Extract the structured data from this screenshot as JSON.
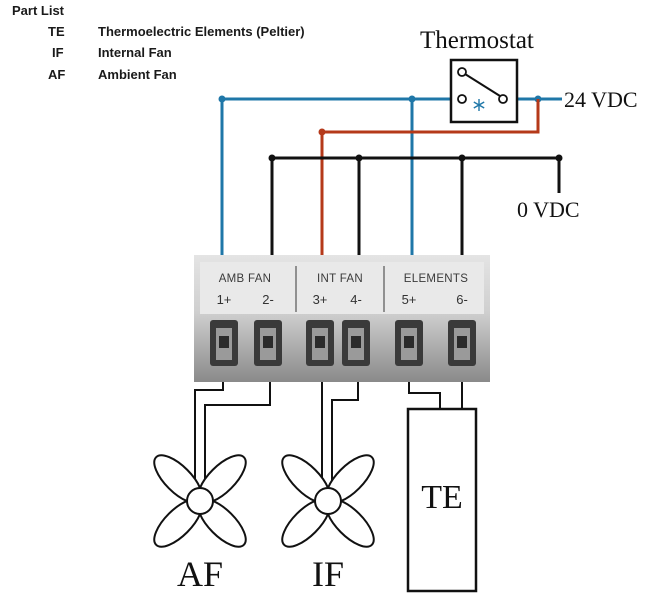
{
  "part_list": {
    "title": "Part List",
    "items": [
      {
        "code": "TE",
        "name": "Thermoelectric Elements (Peltier)"
      },
      {
        "code": "IF",
        "name": "Internal Fan"
      },
      {
        "code": "AF",
        "name": "Ambient Fan"
      }
    ]
  },
  "labels": {
    "thermostat": "Thermostat",
    "v24": "24 VDC",
    "v0": "0 VDC",
    "te": "TE",
    "af": "AF",
    "if": "IF"
  },
  "terminal_block": {
    "groups": [
      "AMB FAN",
      "INT FAN",
      "ELEMENTS"
    ],
    "terminals": [
      "1+",
      "2-",
      "3+",
      "4-",
      "5+",
      "6-"
    ]
  },
  "colors": {
    "wire_24v": "#1f77a8",
    "wire_switched": "#b5391a",
    "wire_0v": "#111111",
    "block_fill": "#b9b9b9"
  },
  "icons": {
    "thermostat_symbol": "snowflake-icon",
    "fan_symbol": "fan-icon"
  }
}
